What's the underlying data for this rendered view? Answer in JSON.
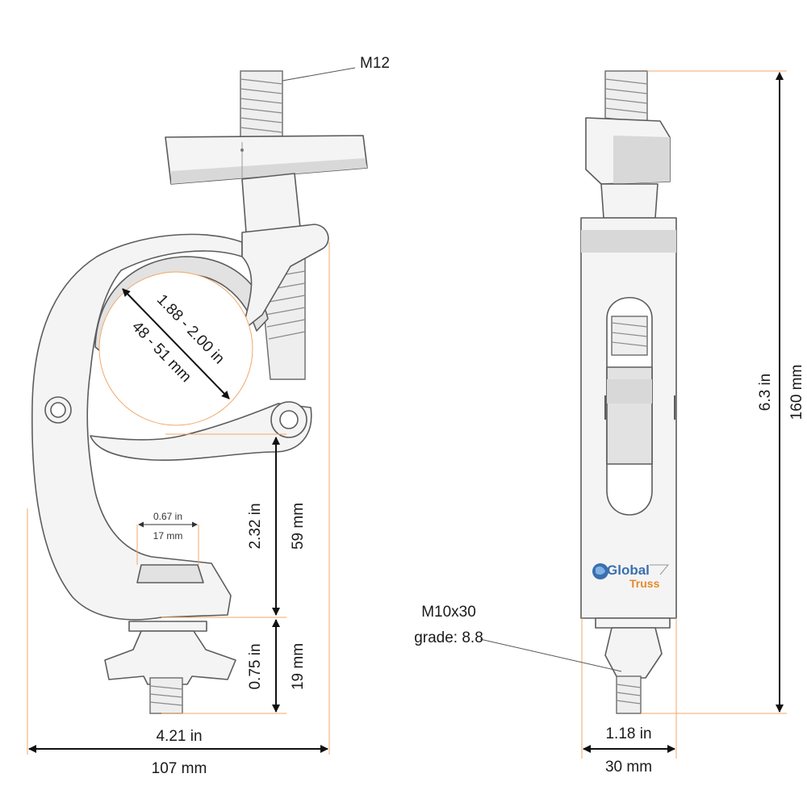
{
  "colors": {
    "outline": "#5c5c5c",
    "part_fill": "#f4f4f4",
    "extension_line": "#f0a868",
    "dimension_line": "#111111",
    "brand_blue": "#3a6fb0",
    "brand_orange": "#e58a2a"
  },
  "brand": {
    "line1": "Global",
    "line2": "Truss"
  },
  "callouts": {
    "top_bolt": "M12",
    "bottom_bolt_size": "M10x30",
    "bottom_bolt_grade": "grade: 8.8"
  },
  "front_view": {
    "tube_range_in": "1.88 - 2.00 in",
    "tube_range_mm": "48 - 51 mm",
    "slot_width_in": "0.67 in",
    "slot_width_mm": "17 mm",
    "jaw_height_in": "2.32 in",
    "jaw_height_mm": "59 mm",
    "wingnut_height_in": "0.75 in",
    "wingnut_height_mm": "19 mm",
    "overall_width_in": "4.21 in",
    "overall_width_mm": "107 mm"
  },
  "side_view": {
    "overall_height_in": "6.3 in",
    "overall_height_mm": "160 mm",
    "width_in": "1.18 in",
    "width_mm": "30 mm"
  }
}
